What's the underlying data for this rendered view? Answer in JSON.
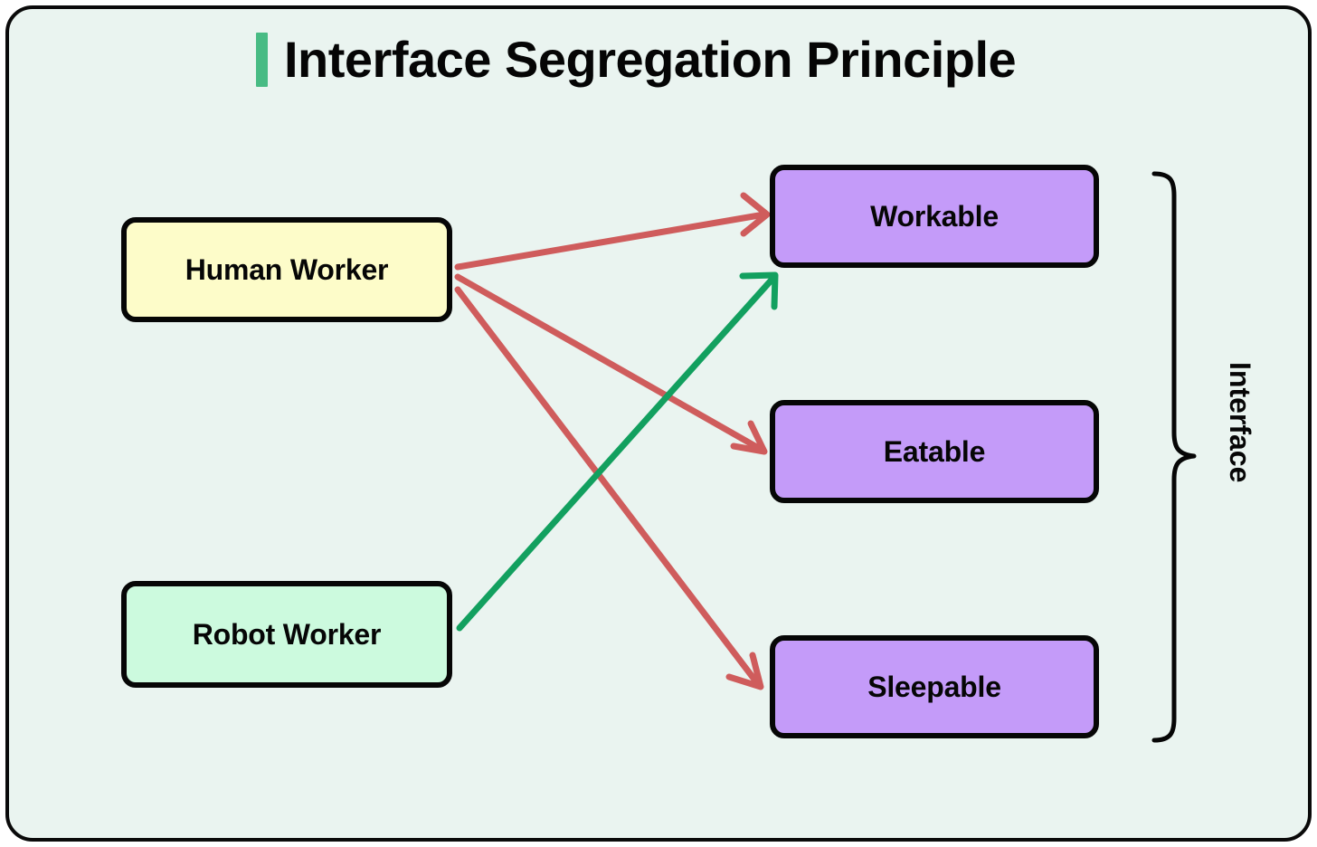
{
  "diagram": {
    "title": "Interface Segregation Principle",
    "accent_color": "#48bb84",
    "background_color": "#eaf4f0",
    "frame_border_color": "#0a0a0a"
  },
  "nodes": {
    "implementers": [
      {
        "id": "human-worker",
        "label": "Human Worker",
        "fill": "#fdfcc9"
      },
      {
        "id": "robot-worker",
        "label": "Robot Worker",
        "fill": "#ccfade"
      }
    ],
    "interfaces": [
      {
        "id": "workable",
        "label": "Workable",
        "fill": "#c49bf9"
      },
      {
        "id": "eatable",
        "label": "Eatable",
        "fill": "#c49bf9"
      },
      {
        "id": "sleepable",
        "label": "Sleepable",
        "fill": "#c49bf9"
      }
    ]
  },
  "group": {
    "brace_label": "Interface",
    "members": [
      "Workable",
      "Eatable",
      "Sleepable"
    ]
  },
  "edges": [
    {
      "from": "Human Worker",
      "to": "Workable",
      "color": "#cf5c5c"
    },
    {
      "from": "Human Worker",
      "to": "Eatable",
      "color": "#cf5c5c"
    },
    {
      "from": "Human Worker",
      "to": "Sleepable",
      "color": "#cf5c5c"
    },
    {
      "from": "Robot Worker",
      "to": "Workable",
      "color": "#12a05f"
    }
  ],
  "colors": {
    "red_edge": "#cf5c5c",
    "green_edge": "#12a05f",
    "purple_node": "#c49bf9",
    "yellow_node": "#fdfcc9",
    "mint_node": "#ccfade",
    "text": "#060606"
  }
}
